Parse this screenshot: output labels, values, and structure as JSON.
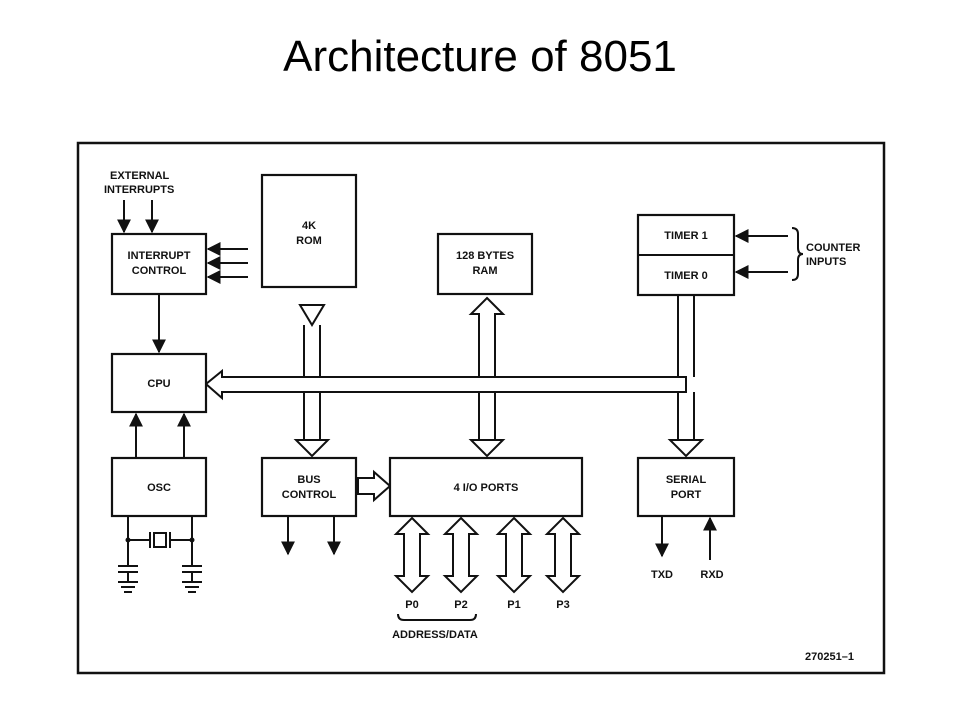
{
  "title": "Architecture of 8051",
  "figure_id": "270251–1",
  "labels": {
    "external_interrupts_line1": "EXTERNAL",
    "external_interrupts_line2": "INTERRUPTS",
    "interrupt_control_line1": "INTERRUPT",
    "interrupt_control_line2": "CONTROL",
    "rom_line1": "4K",
    "rom_line2": "ROM",
    "ram_line1": "128 BYTES",
    "ram_line2": "RAM",
    "timer1": "TIMER 1",
    "timer0": "TIMER 0",
    "counter_inputs_line1": "COUNTER",
    "counter_inputs_line2": "INPUTS",
    "cpu": "CPU",
    "osc": "OSC",
    "bus_control_line1": "BUS",
    "bus_control_line2": "CONTROL",
    "io_ports": "4 I/O PORTS",
    "serial_port_line1": "SERIAL",
    "serial_port_line2": "PORT",
    "txd": "TXD",
    "rxd": "RXD",
    "p0": "P0",
    "p2": "P2",
    "p1": "P1",
    "p3": "P3",
    "address_data": "ADDRESS/DATA"
  }
}
